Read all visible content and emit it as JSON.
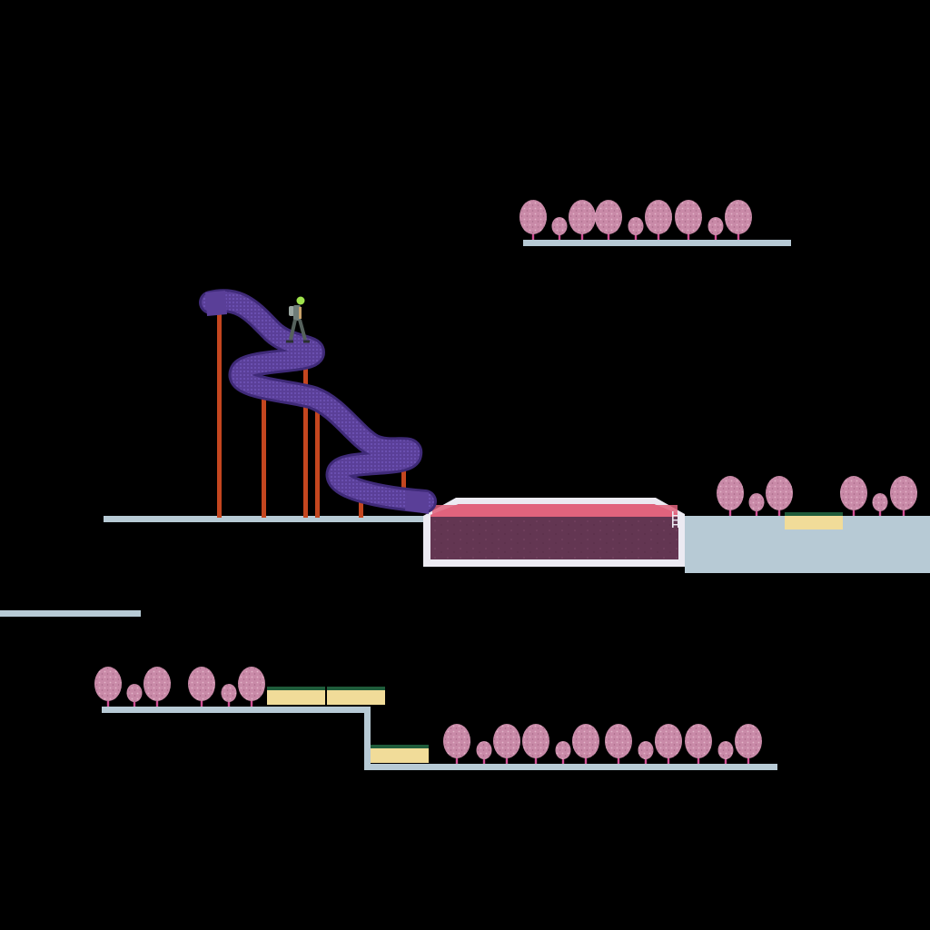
{
  "scene": {
    "type": "side-scrolling game level",
    "background": "black"
  },
  "colors": {
    "background": "#000000",
    "platform": "#b7cad5",
    "tree_canopy": "#c98aa8",
    "tree_trunk": "#d04f94",
    "slide_tube": "#5a3f98",
    "slide_tube_dark": "#3f2a78",
    "slide_support": "#c4461f",
    "pool_rim": "#eceaf2",
    "pool_water_surface": "#e0637d",
    "pool_water_deep": "#633652",
    "sand_block": "#f1dc99",
    "sand_block_grass": "#1f5c3a",
    "character_head": "#9fe34c",
    "character_body": "#6f7d78"
  },
  "elements": {
    "character": {
      "name": "player",
      "icon": "person-icon"
    },
    "slide": {
      "name": "tube-slide"
    },
    "pool": {
      "name": "pool",
      "ladder_icon": "ladder-icon"
    },
    "tree_groups": 4,
    "sand_blocks": 4
  }
}
